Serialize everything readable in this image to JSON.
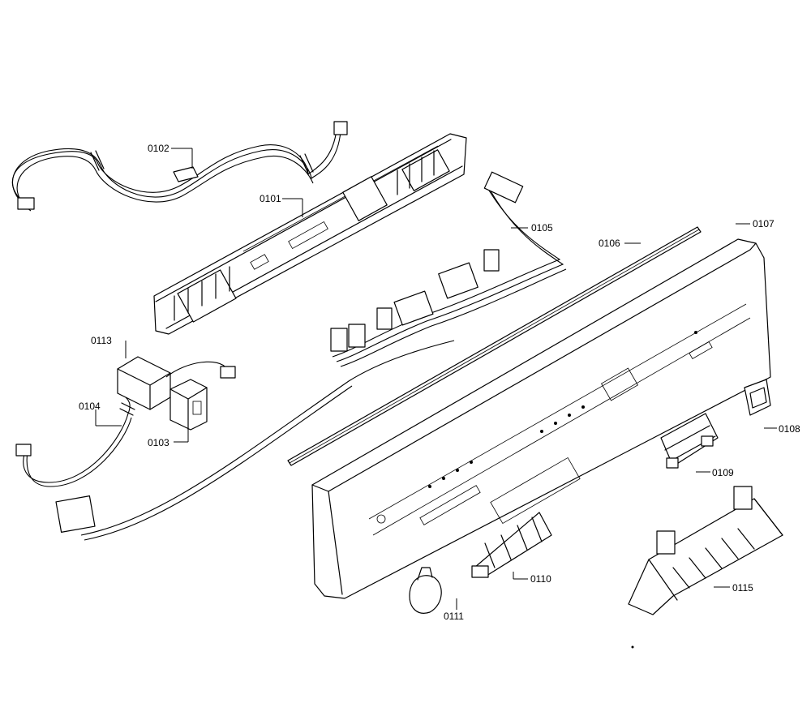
{
  "labels": {
    "p0101": "0101",
    "p0102": "0102",
    "p0103": "0103",
    "p0104": "0104",
    "p0105": "0105",
    "p0106": "0106",
    "p0107": "0107",
    "p0108": "0108",
    "p0109": "0109",
    "p0110": "0110",
    "p0111": "0111",
    "p0113": "0113",
    "p0115": "0115"
  }
}
